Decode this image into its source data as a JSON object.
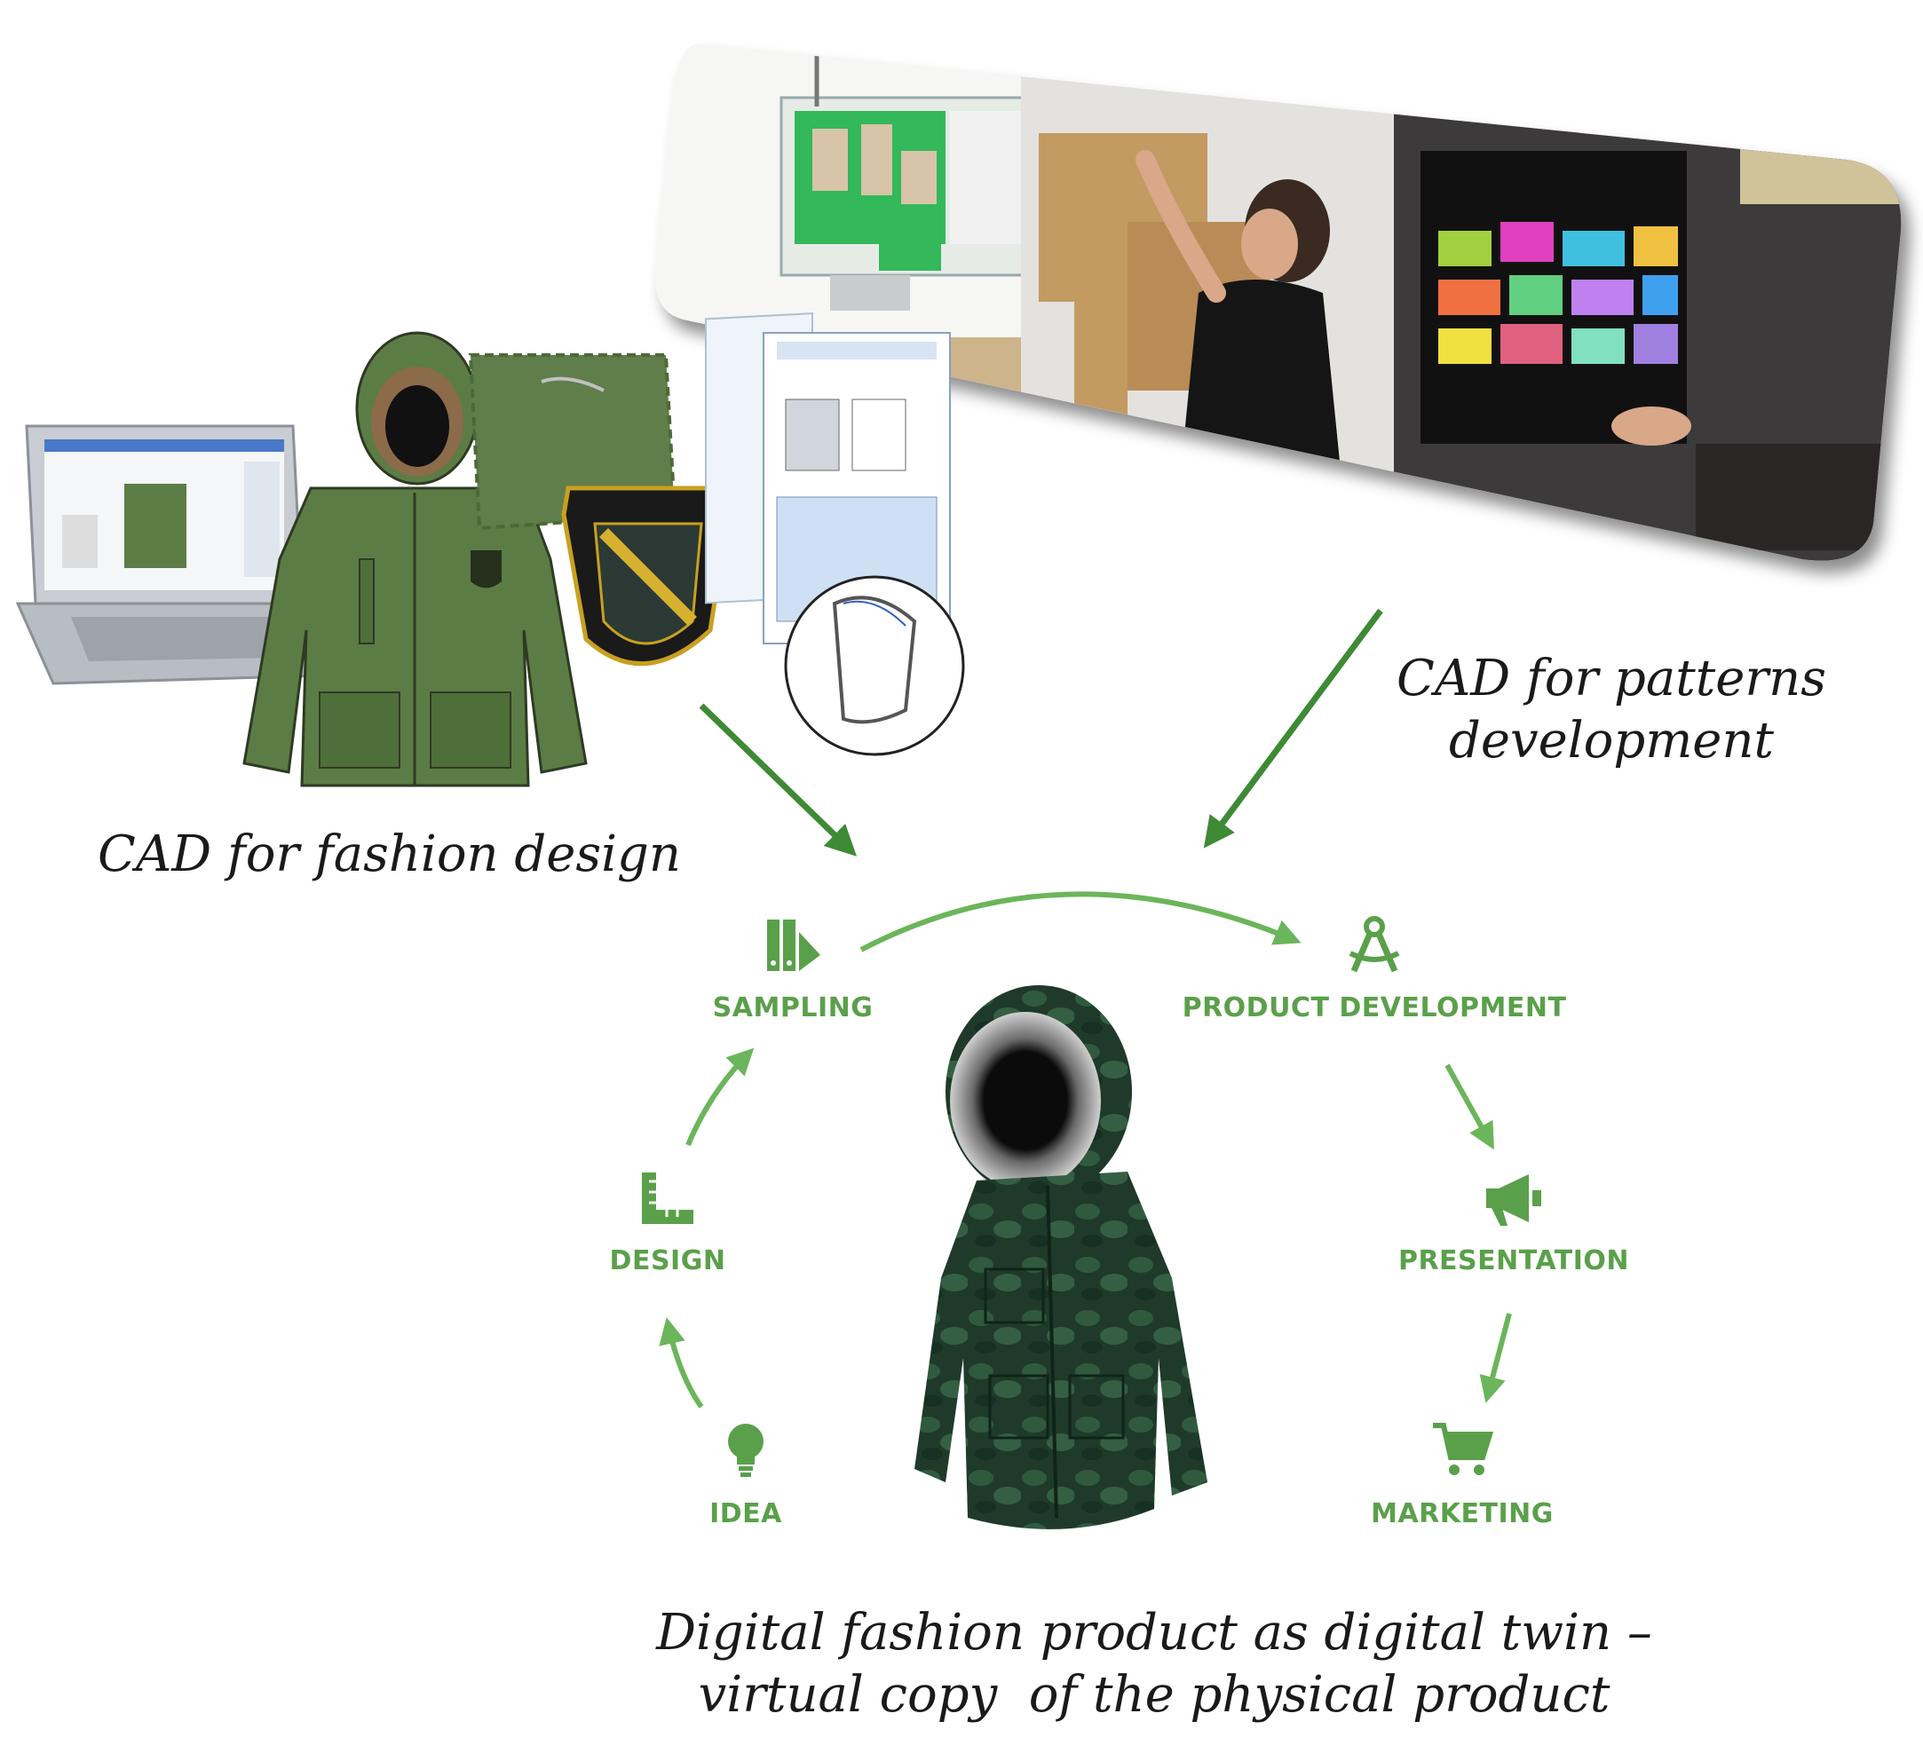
{
  "captions": {
    "cad_fashion_design": "CAD for fashion design",
    "cad_patterns_line1": "CAD for patterns",
    "cad_patterns_line2": "development",
    "digital_twin_line1": "Digital fashion product as digital twin –",
    "digital_twin_line2": "virtual copy  of the physical product"
  },
  "cycle": {
    "stages": [
      {
        "label": "SAMPLING",
        "icon": "swatch-book-icon"
      },
      {
        "label": "PRODUCT DEVELOPMENT",
        "icon": "compass-drafting-icon"
      },
      {
        "label": "PRESENTATION",
        "icon": "megaphone-icon"
      },
      {
        "label": "MARKETING",
        "icon": "shopping-cart-icon"
      },
      {
        "label": "IDEA",
        "icon": "lightbulb-icon"
      },
      {
        "label": "DESIGN",
        "icon": "ruler-square-icon"
      }
    ]
  },
  "colors": {
    "accent_green": "#5aa04a",
    "arrow_green": "#3e8a35",
    "jacket_green": "#5b7d45",
    "parka_dark": "#1f3a2a"
  }
}
